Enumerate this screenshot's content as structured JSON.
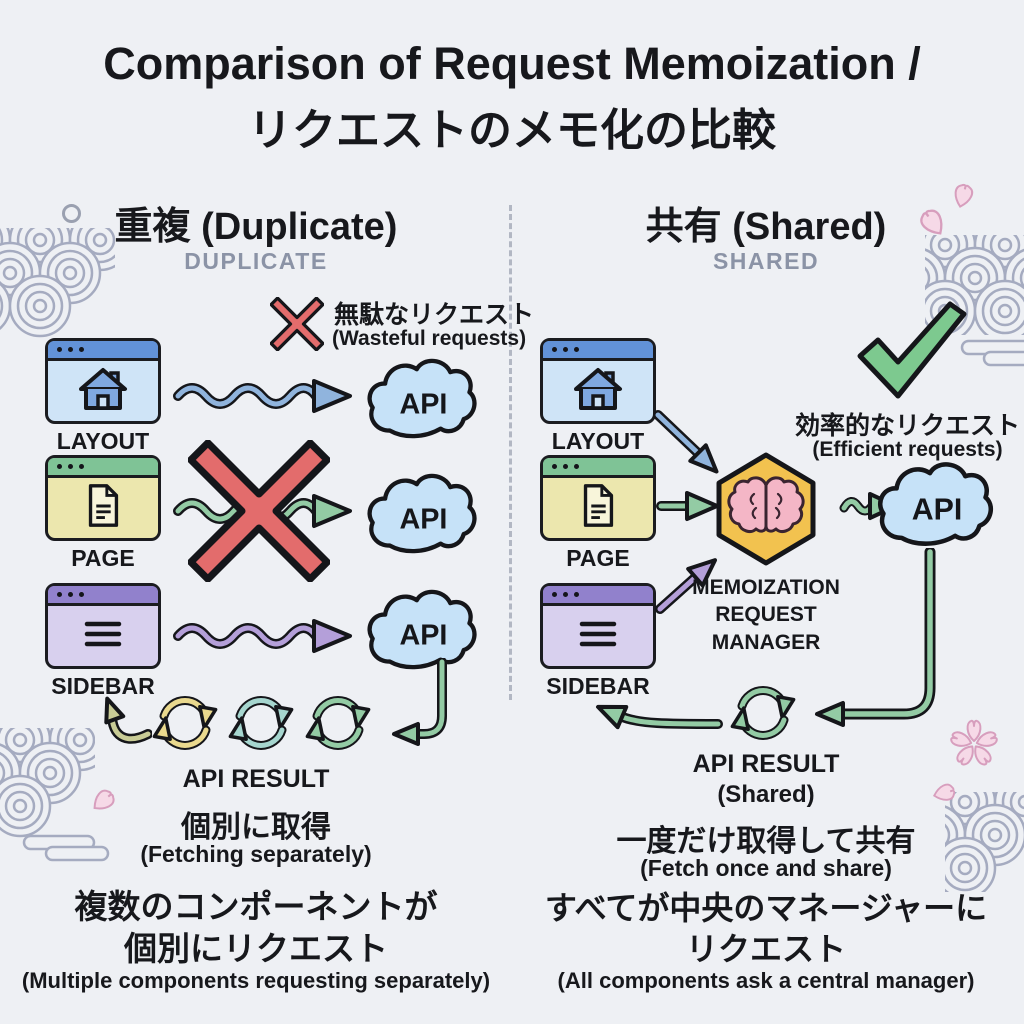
{
  "title": {
    "line1": "Comparison of Request Memoization /",
    "line2": "リクエストのメモ化の比較"
  },
  "left": {
    "heading": "重複 (Duplicate)",
    "subheading": "DUPLICATE",
    "note_jp": "無駄なリクエスト",
    "note_en": "(Wasteful requests)",
    "windows": [
      {
        "label": "LAYOUT"
      },
      {
        "label": "PAGE"
      },
      {
        "label": "SIDEBAR"
      }
    ],
    "api_label": "API",
    "result_label": "API RESULT",
    "caption_jp": "個別に取得",
    "caption_en": "(Fetching separately)",
    "summary_jp1": "複数のコンポーネントが",
    "summary_jp2": "個別にリクエスト",
    "summary_en": "(Multiple components requesting separately)"
  },
  "right": {
    "heading": "共有 (Shared)",
    "subheading": "SHARED",
    "note_jp": "効率的なリクエスト",
    "note_en": "(Efficient requests)",
    "windows": [
      {
        "label": "LAYOUT"
      },
      {
        "label": "PAGE"
      },
      {
        "label": "SIDEBAR"
      }
    ],
    "manager_line1": "MEMOIZATION",
    "manager_line2": "REQUEST",
    "manager_line3": "MANAGER",
    "api_label": "API",
    "result_label": "API RESULT",
    "result_sub": "(Shared)",
    "caption_jp": "一度だけ取得して共有",
    "caption_en": "(Fetch once and share)",
    "summary_jp1": "すべてが中央のマネージャーに",
    "summary_jp2": "リクエスト",
    "summary_en": "(All components ask a central manager)"
  },
  "colors": {
    "background": "#eef0f4",
    "accent_red": "#e36c6c",
    "accent_green": "#7dc98f",
    "window_blue_bar": "#6292d8",
    "window_blue_body": "#cfe4f7",
    "window_green_bar": "#7fc396",
    "window_green_body": "#ece7ae",
    "window_purple_bar": "#9181cc",
    "window_purple_body": "#d8d0ee",
    "cloud_blue": "#c6e2f8",
    "hexagon_orange": "#f2c24f",
    "brain_pink": "#f4b6c6",
    "arrow_blue": "#90b4dd",
    "arrow_green": "#93cba4",
    "arrow_purple": "#b49fd9",
    "arrow_yellow": "#ead98e",
    "arrow_teal": "#a6d6cf",
    "arrow_olive": "#c9cc96",
    "subtitle_gray": "#8b93a6"
  }
}
